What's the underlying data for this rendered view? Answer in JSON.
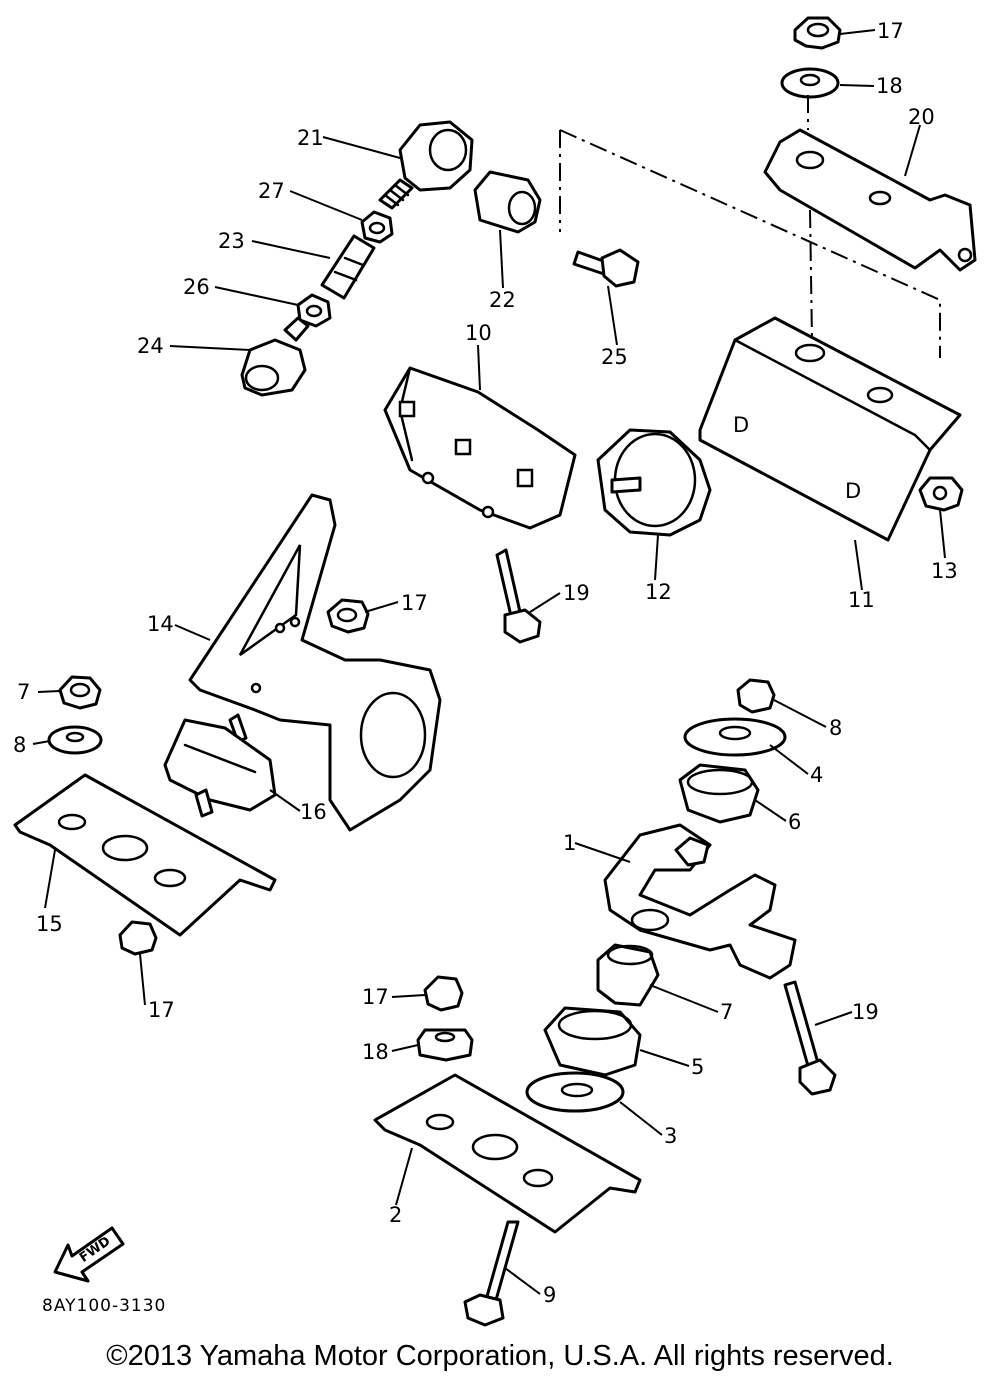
{
  "diagram": {
    "ref_code": "8AY100-3130",
    "copyright": "©2013 Yamaha Motor Corporation, U.S.A. All rights reserved.",
    "direction_arrow_label": "FWD",
    "callouts": {
      "c1": "1",
      "c2": "2",
      "c3": "3",
      "c4": "4",
      "c5": "5",
      "c6": "6",
      "c7a": "7",
      "c7b": "7",
      "c8a": "8",
      "c8b": "8",
      "c9": "9",
      "c10": "10",
      "c11": "11",
      "c12": "12",
      "c13": "13",
      "c14": "14",
      "c15": "15",
      "c16": "16",
      "c17a": "17",
      "c17b": "17",
      "c17c": "17",
      "c17d": "17",
      "c18a": "18",
      "c18b": "18",
      "c19a": "19",
      "c19b": "19",
      "c20": "20",
      "c21": "21",
      "c22": "22",
      "c23": "23",
      "c24": "24",
      "c25": "25",
      "c26": "26",
      "c27": "27"
    },
    "icons": [
      "part-outline",
      "fwd-arrow-icon"
    ]
  }
}
